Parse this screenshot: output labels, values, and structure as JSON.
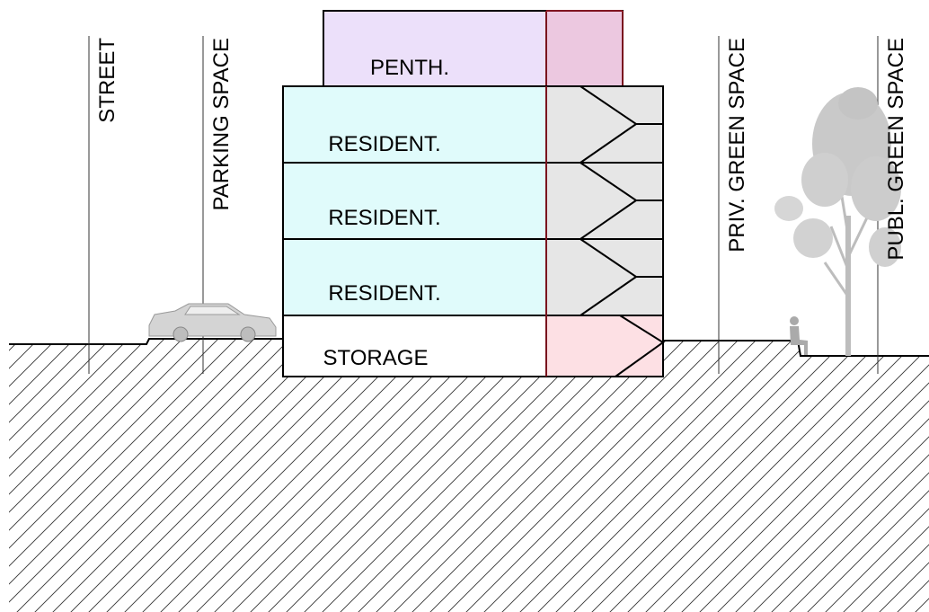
{
  "floors": [
    {
      "key": "penthouse",
      "label": "PENTH."
    },
    {
      "key": "resident_3",
      "label": "RESIDENT."
    },
    {
      "key": "resident_2",
      "label": "RESIDENT."
    },
    {
      "key": "resident_1",
      "label": "RESIDENT."
    },
    {
      "key": "storage",
      "label": "STORAGE"
    }
  ],
  "zones": [
    {
      "key": "street",
      "label": "STREET"
    },
    {
      "key": "parking",
      "label": "PARKING SPACE"
    },
    {
      "key": "priv_green",
      "label": "PRIV. GREEN SPACE"
    },
    {
      "key": "publ_green",
      "label": "PUBL. GREEN SPACE"
    }
  ],
  "colors": {
    "penthouse_fill": "#ece0fa",
    "penthouse_core": "#ecc8e0",
    "residential_fill": "#e0fbfb",
    "residential_core": "#e6e6e6",
    "storage_fill": "#ffffff",
    "storage_core": "#fde0e4",
    "core_line": "#cc2233",
    "entourage": "#b4b4b4"
  },
  "icons": [
    "car-icon",
    "seated-person-icon",
    "tree-icon"
  ]
}
